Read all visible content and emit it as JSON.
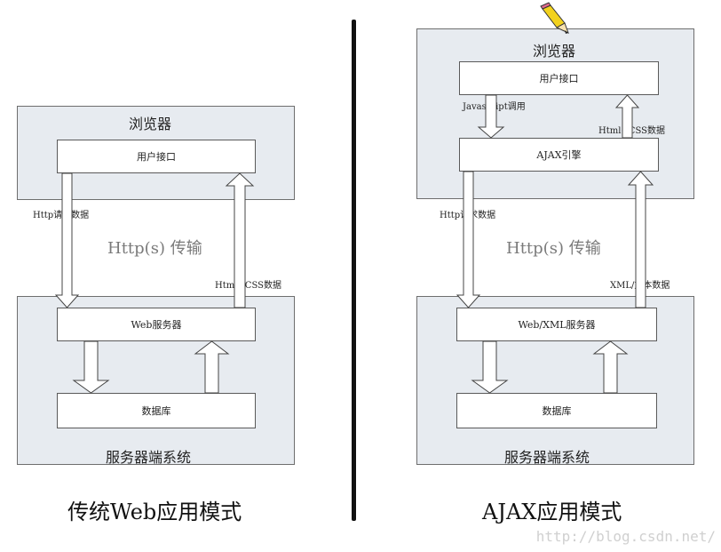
{
  "left": {
    "browser_title": "浏览器",
    "ui_box": "用户接口",
    "request_label": "Http请求数据",
    "transfer_label": "Http(s) 传输",
    "response_label": "Html+CSS数据",
    "server_box": "Web服务器",
    "db_box": "数据库",
    "server_system_title": "服务器端系统",
    "caption": "传统Web应用模式"
  },
  "right": {
    "browser_title": "浏览器",
    "ui_box": "用户接口",
    "js_call_label": "Javascript调用",
    "html_css_label": "Html+CSS数据",
    "engine_box": "AJAX引擎",
    "request_label": "Http请求数据",
    "transfer_label": "Http(s) 传输",
    "xml_label": "XML/文本数据",
    "server_box": "Web/XML服务器",
    "db_box": "数据库",
    "server_system_title": "服务器端系统",
    "caption": "AJAX应用模式"
  },
  "watermark": "http://blog.csdn.net/"
}
